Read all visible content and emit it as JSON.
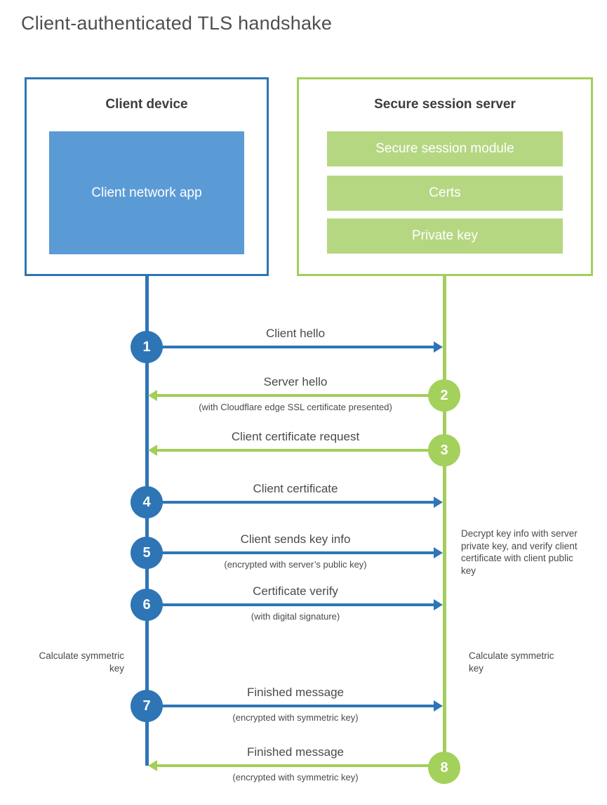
{
  "title": "Client-authenticated TLS handshake",
  "colors": {
    "client_accent": "#2e75b6",
    "client_fill": "#5b9bd5",
    "server_accent": "#a3ce5a",
    "server_fill": "#b6d782",
    "text": "#4a4a4a"
  },
  "client_box": {
    "title": "Client device",
    "module": "Client network app"
  },
  "server_box": {
    "title": "Secure session server",
    "modules": [
      "Secure session module",
      "Certs",
      "Private key"
    ]
  },
  "steps": [
    {
      "num": "1",
      "from": "client",
      "to": "server",
      "label": "Client hello",
      "sub": ""
    },
    {
      "num": "2",
      "from": "server",
      "to": "client",
      "label": "Server hello",
      "sub": "(with Cloudflare edge SSL certificate presented)"
    },
    {
      "num": "3",
      "from": "server",
      "to": "client",
      "label": "Client certificate request",
      "sub": ""
    },
    {
      "num": "4",
      "from": "client",
      "to": "server",
      "label": "Client certificate",
      "sub": ""
    },
    {
      "num": "5",
      "from": "client",
      "to": "server",
      "label": "Client sends key info",
      "sub": "(encrypted with server’s public key)"
    },
    {
      "num": "6",
      "from": "client",
      "to": "server",
      "label": "Certificate verify",
      "sub": "(with digital signature)"
    },
    {
      "num": "7",
      "from": "client",
      "to": "server",
      "label": "Finished message",
      "sub": "(encrypted with symmetric key)"
    },
    {
      "num": "8",
      "from": "server",
      "to": "client",
      "label": "Finished message",
      "sub": "(encrypted with symmetric key)"
    }
  ],
  "notes": {
    "decrypt": "Decrypt key info with server private key, and verify client certificate with client public key",
    "calc_left": "Calculate symmetric key",
    "calc_right": "Calculate symmetric key"
  }
}
